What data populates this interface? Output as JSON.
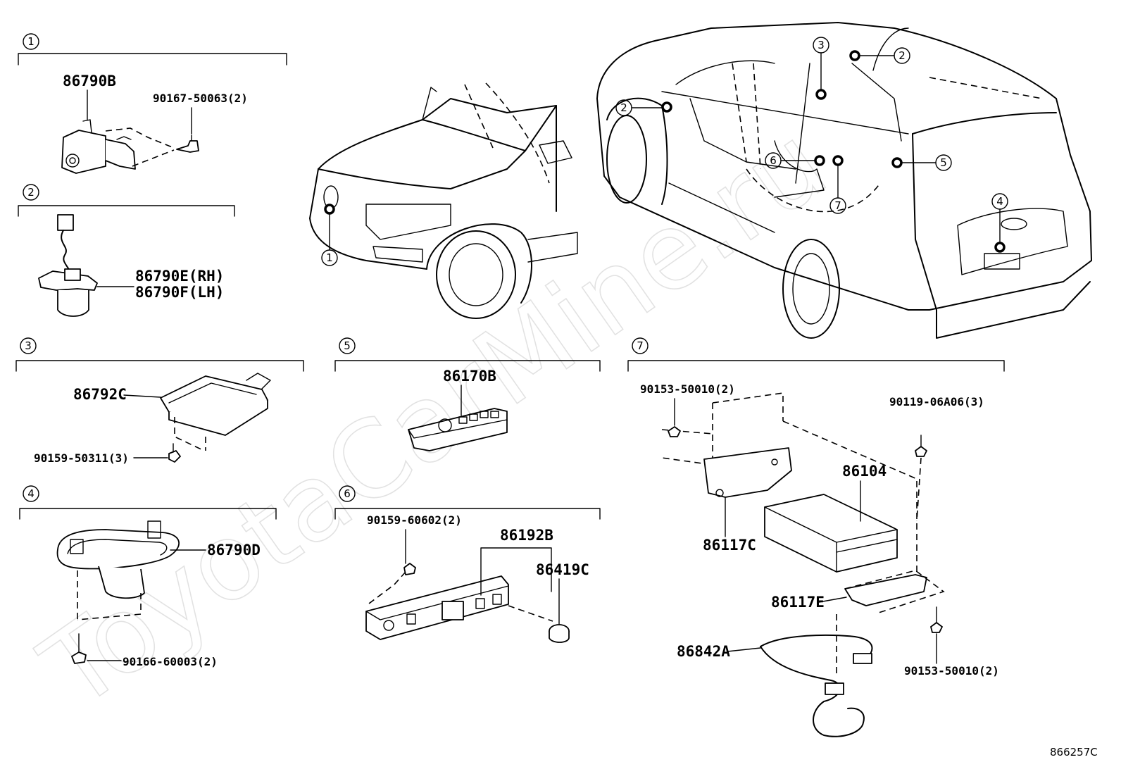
{
  "diagram_code": "866257C",
  "watermark": "ToyotaCarMine.ru",
  "sections": [
    {
      "number": "1",
      "parts": [
        "86790B",
        "90167-50063(2)"
      ]
    },
    {
      "number": "2",
      "parts": [
        "86790E(RH)",
        "86790F(LH)"
      ]
    },
    {
      "number": "3",
      "parts": [
        "86792C",
        "90159-50311(3)"
      ]
    },
    {
      "number": "4",
      "parts": [
        "86790D",
        "90166-60003(2)"
      ]
    },
    {
      "number": "5",
      "parts": [
        "86170B"
      ]
    },
    {
      "number": "6",
      "parts": [
        "90159-60602(2)",
        "86192B",
        "86419C"
      ]
    },
    {
      "number": "7",
      "parts": [
        "90153-50010(2)",
        "90119-06A06(3)",
        "86104",
        "86117C",
        "86117E",
        "86842A",
        "90153-50010(2)"
      ]
    }
  ],
  "vehicle_callouts": {
    "front_view": [
      "1"
    ],
    "rear_view": [
      "2",
      "3",
      "2",
      "6",
      "5",
      "7",
      "4"
    ]
  }
}
